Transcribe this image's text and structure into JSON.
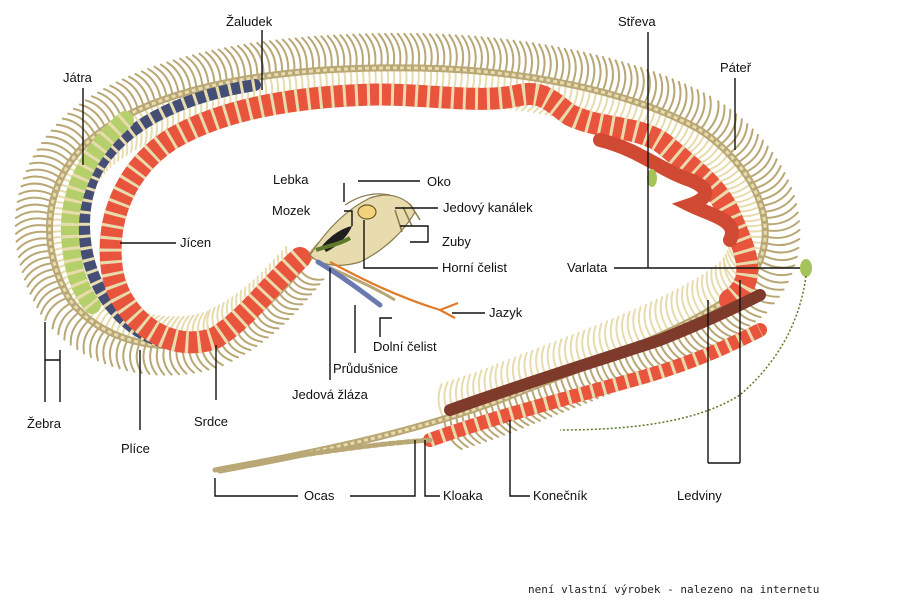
{
  "labels": {
    "zaludek": "Žaludek",
    "streva": "Střeva",
    "jatra": "Játra",
    "pater": "Páteř",
    "lebka": "Lebka",
    "oko": "Oko",
    "mozek": "Mozek",
    "jedovy_kanalek": "Jedový kanálek",
    "jicen": "Jícen",
    "zuby": "Zuby",
    "horni_celist": "Horní čelist",
    "varlata": "Varlata",
    "jazyk": "Jazyk",
    "dolni_celist": "Dolní čelist",
    "prudusnice": "Průdušnice",
    "jedova_zlaza": "Jedová žláza",
    "zebra": "Žebra",
    "srdce": "Srdce",
    "plice": "Plíce",
    "ocas": "Ocas",
    "kloaka": "Kloaka",
    "konecnik": "Konečník",
    "ledviny": "Ledviny"
  },
  "credit": "není vlastní výrobek - nalezeno na internetu",
  "colors": {
    "bone": "#e8dcae",
    "bone_dark": "#b9a875",
    "intestine": "#e8553c",
    "intestine_dark": "#a8402a",
    "lung": "#454e74",
    "liver": "#b5cf6a",
    "kidney": "#7e3a2a"
  }
}
